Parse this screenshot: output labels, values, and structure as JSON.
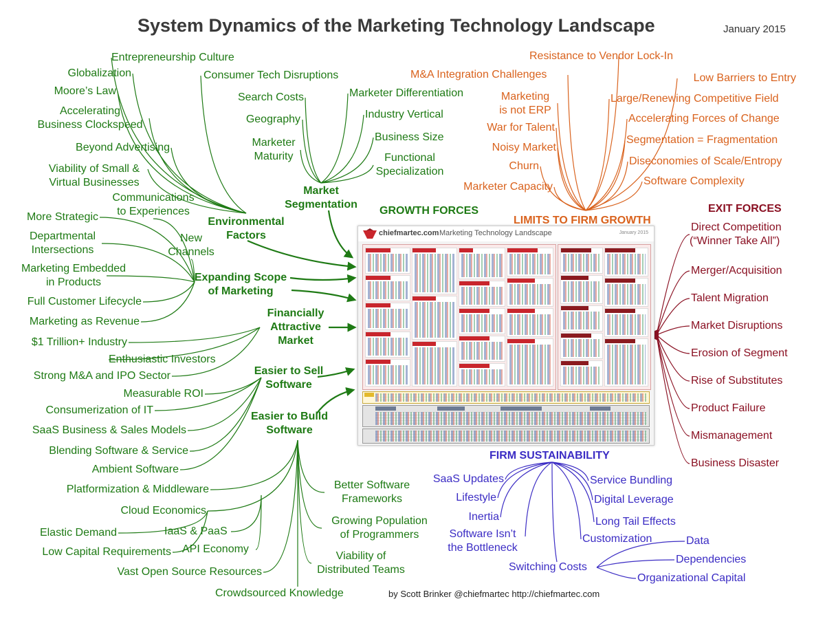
{
  "header": {
    "title": "System Dynamics of the Marketing Technology Landscape",
    "date": "January 2015"
  },
  "credit": "by Scott Brinker   @chiefmartec   http://chiefmartec.com",
  "colors": {
    "growth": "#1e7a14",
    "limits": "#d9621d",
    "exit": "#8a1022",
    "sustainability": "#3b2cc4"
  },
  "sections": {
    "growth_forces": "GROWTH FORCES",
    "limits": "LIMITS TO FIRM GROWTH",
    "exit_forces": "EXIT FORCES",
    "firm_sustainability": "FIRM SUSTAINABILITY"
  },
  "growth": {
    "environmental": {
      "label": [
        "Environmental",
        "Factors"
      ],
      "leaves": [
        "Entrepreneurship Culture",
        "Consumer Tech Disruptions",
        "Globalization",
        "Moore’s Law",
        [
          "Accelerating",
          "Business Clockspeed"
        ],
        "Beyond Advertising",
        [
          "Viability of Small &",
          "Virtual Businesses"
        ]
      ]
    },
    "segmentation": {
      "label": [
        "Market",
        "Segmentation"
      ],
      "leaves": [
        "Search Costs",
        "Geography",
        [
          "Marketer",
          "Maturity"
        ],
        "Marketer Differentiation",
        "Industry Vertical",
        "Business Size",
        [
          "Functional",
          "Specialization"
        ]
      ]
    },
    "scope": {
      "label": [
        "Expanding Scope",
        "of Marketing"
      ],
      "leaves": [
        [
          "Communications",
          "to Experiences"
        ],
        "More Strategic",
        [
          "Departmental",
          "Intersections"
        ],
        [
          "New",
          "Channels"
        ],
        [
          "Marketing Embedded",
          "in Products"
        ],
        "Full Customer Lifecycle",
        "Marketing as Revenue"
      ]
    },
    "financial": {
      "label": [
        "Financially",
        "Attractive",
        "Market"
      ],
      "leaves": [
        "$1 Trillion+ Industry",
        "Enthusiastic Investors",
        "Strong M&A and IPO Sector"
      ]
    },
    "sell": {
      "label": [
        "Easier to Sell",
        "Software"
      ],
      "leaves": [
        "Measurable ROI",
        "Consumerization of IT",
        "SaaS Business & Sales Models",
        "Blending Software & Service",
        "Ambient Software"
      ]
    },
    "build": {
      "label": [
        "Easier to Build",
        "Software"
      ],
      "leaves": [
        "Platformization & Middleware",
        "Cloud Economics",
        "Elastic Demand",
        "Low Capital Requirements",
        "IaaS & PaaS",
        "API Economy",
        "Vast Open Source Resources",
        "Crowdsourced Knowledge",
        [
          "Better Software",
          "Frameworks"
        ],
        [
          "Growing Population",
          "of Programmers"
        ],
        [
          "Viability of",
          "Distributed Teams"
        ]
      ]
    }
  },
  "limits": {
    "left": [
      "Resistance to Vendor Lock-In",
      "M&A Integration Challenges",
      [
        "Marketing",
        "is not ERP"
      ],
      "War for Talent",
      "Noisy Market",
      "Churn",
      "Marketer Capacity"
    ],
    "right": [
      "Low Barriers to Entry",
      "Large/Renewing Competitive Field",
      "Accelerating Forces of Change",
      "Segmentation = Fragmentation",
      "Diseconomies of Scale/Entropy",
      "Software Complexity"
    ]
  },
  "exit": [
    [
      "Direct Competition",
      "(“Winner Take All”)"
    ],
    "Merger/Acquisition",
    "Talent Migration",
    "Market Disruptions",
    "Erosion of Segment",
    "Rise of Substitutes",
    "Product Failure",
    "Mismanagement",
    "Business Disaster"
  ],
  "sustainability": {
    "left": [
      "SaaS Updates",
      "Lifestyle",
      "Inertia",
      [
        "Software Isn’t",
        "the Bottleneck"
      ]
    ],
    "right": [
      "Service Bundling",
      "Digital Leverage",
      "Long Tail Effects",
      "Customization"
    ],
    "switching": {
      "label": "Switching Costs",
      "leaves": [
        "Data",
        "Dependencies",
        "Organizational Capital"
      ]
    }
  },
  "landscape": {
    "brand": "chiefmartec.com",
    "name": "Marketing Technology Landscape",
    "date": "January 2015"
  }
}
